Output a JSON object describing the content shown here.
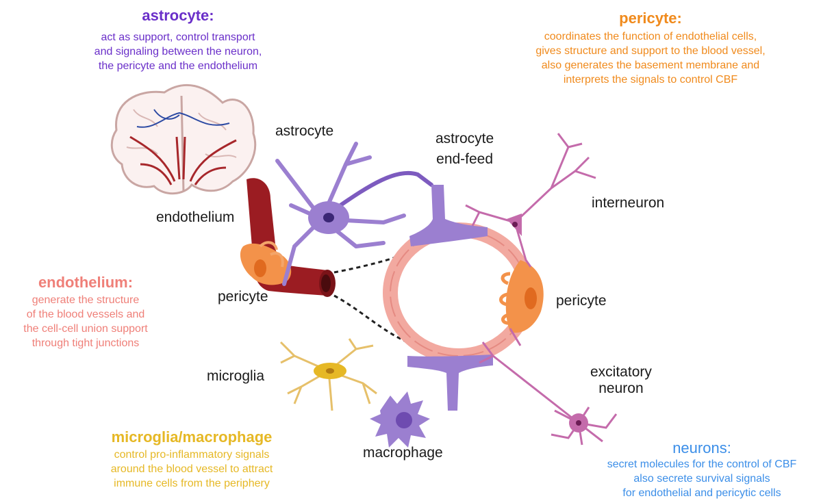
{
  "colors": {
    "astrocyte": "#6a2fc9",
    "pericyte": "#f08a1c",
    "endothelium": "#ef7f78",
    "microglia": "#e6b825",
    "neurons": "#3b8ee8",
    "label": "#1a1a1a"
  },
  "panels": {
    "astrocyte": {
      "title": "astrocyte:",
      "lines": [
        "act as support, control transport",
        "and signaling between the neuron,",
        "the pericyte and the endothelium"
      ]
    },
    "pericyte": {
      "title": "pericyte:",
      "lines": [
        "coordinates the function of endothelial cells,",
        "gives structure and support to the blood vessel,",
        "also generates the basement membrane and",
        "interprets the signals to control CBF"
      ]
    },
    "endothelium": {
      "title": "endothelium:",
      "lines": [
        "generate the structure",
        "of the blood vessels and",
        "the cell-cell union support",
        "through tight junctions"
      ]
    },
    "microglia": {
      "title": "microglia/macrophage",
      "lines": [
        "control pro-inflammatory signals",
        "around the blood vessel to attract",
        "immune cells from the periphery"
      ]
    },
    "neurons": {
      "title": "neurons:",
      "lines": [
        "secret molecules for the control of CBF",
        "also secrete survival signals",
        "for endothelial and pericytic cells"
      ]
    }
  },
  "labels": {
    "astrocyte": "astrocyte",
    "astrocyte_endfeed_1": "astrocyte",
    "astrocyte_endfeed_2": "end-feed",
    "endothelium": "endothelium",
    "pericyte_left": "pericyte",
    "pericyte_right": "pericyte",
    "interneuron": "interneuron",
    "microglia": "microglia",
    "excitatory_1": "excitatory",
    "excitatory_2": "neuron",
    "macrophage": "macrophage"
  },
  "icons": [
    "brain-icon",
    "astrocyte-cell",
    "blood-vessel",
    "pericyte-cell",
    "interneuron-cell",
    "microglia-cell",
    "macrophage-cell",
    "excitatory-neuron-cell"
  ]
}
